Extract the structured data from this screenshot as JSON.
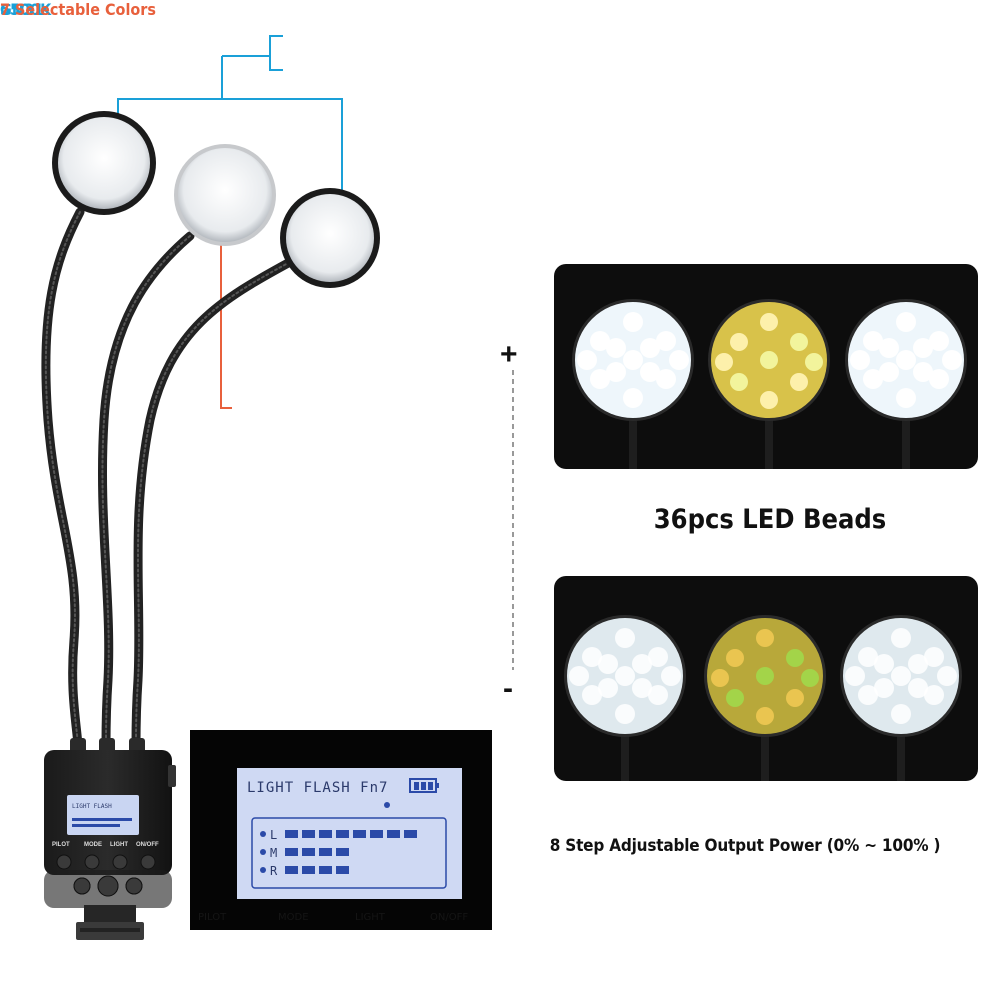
{
  "callouts": {
    "guide_number": "GN31",
    "color_temperature": "5500K",
    "selectable_colors": "7 Selectable Colors"
  },
  "panels": {
    "beads_caption": "36pcs LED Beads",
    "power_caption": "8 Step Adjustable Output Power (0% ~ 100% )",
    "plus_sign": "+",
    "minus_sign": "-"
  },
  "lcd_screen": {
    "header": "LIGHT FLASH Fn7",
    "channels": [
      {
        "name": "L",
        "level": 8
      },
      {
        "name": "M",
        "level": 4
      },
      {
        "name": "R",
        "level": 4
      }
    ],
    "buttons": [
      "PILOT",
      "MODE",
      "LIGHT",
      "ON/OFF"
    ]
  },
  "colors": {
    "callout_blue": "#1aa0d8",
    "callout_orange": "#e8603c",
    "lcd_background": "#cfd9f3",
    "lcd_segments": "#2b4aa8",
    "warm_led": "#d8c24a",
    "cool_led": "#eef6fb"
  }
}
